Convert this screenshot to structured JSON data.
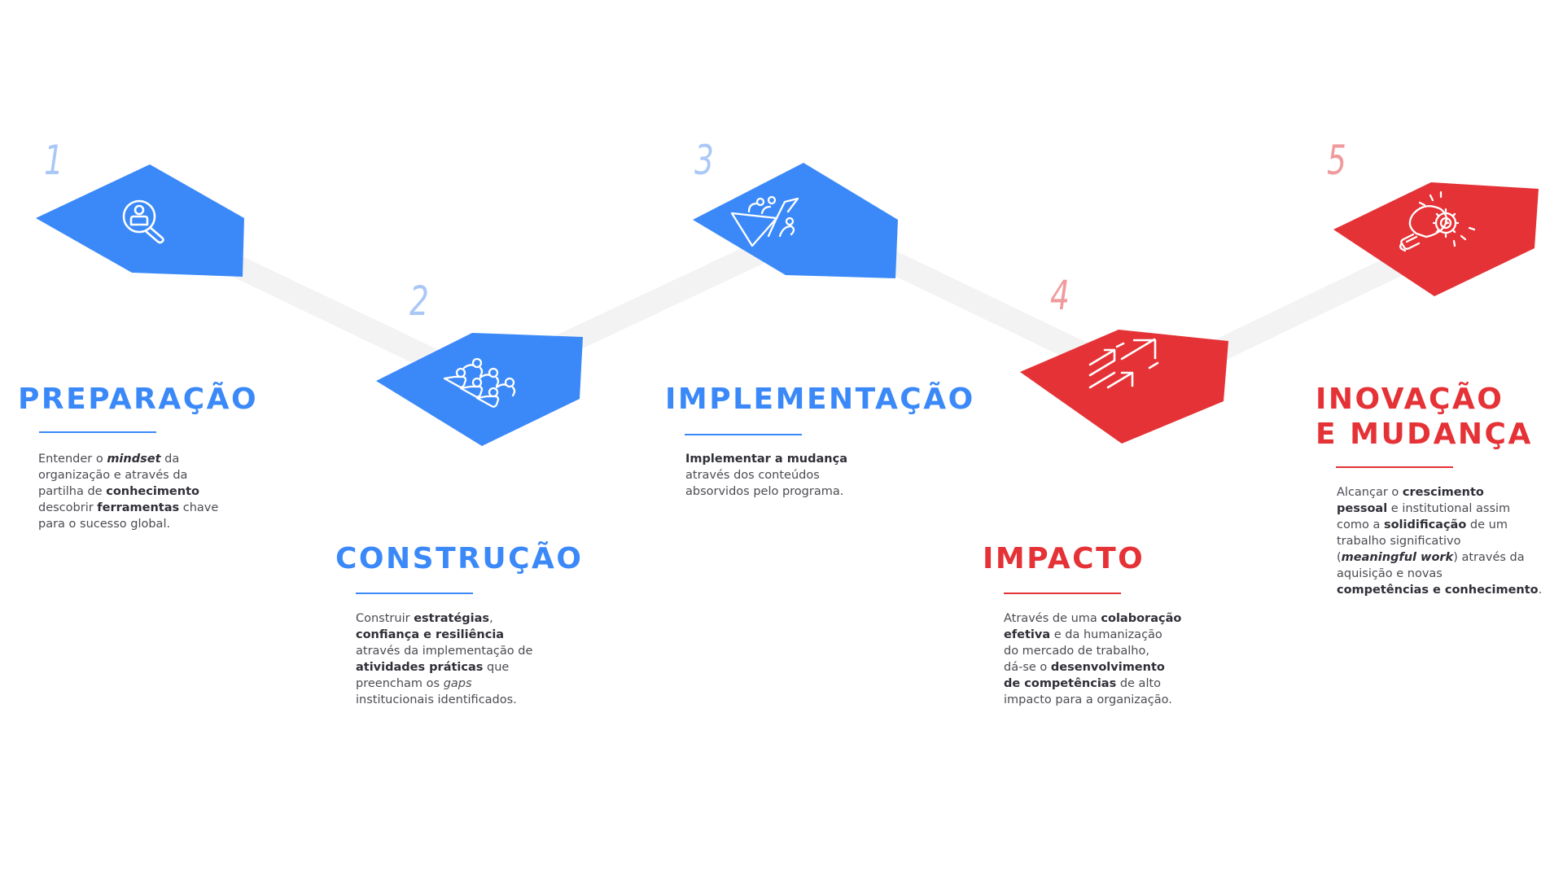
{
  "colors": {
    "blue": "#3b89f8",
    "red": "#e53236",
    "blue_number": "#a9c8f6",
    "red_number": "#f09a9c",
    "connector": "#f3f3f3",
    "body_text": "#4b4b52"
  },
  "steps": [
    {
      "number": "1",
      "title": "PREPARAÇÃO",
      "icon": "magnifier-person-icon",
      "color": "blue",
      "body": [
        {
          "t": "Entender o "
        },
        {
          "t": "mindset",
          "b": true,
          "i": true
        },
        {
          "t": " da"
        },
        {
          "br": true
        },
        {
          "t": "organização e através da"
        },
        {
          "br": true
        },
        {
          "t": "partilha de "
        },
        {
          "t": "conhecimento",
          "b": true
        },
        {
          "br": true
        },
        {
          "t": "descobrir "
        },
        {
          "t": "ferramentas",
          "b": true
        },
        {
          "t": " chave"
        },
        {
          "br": true
        },
        {
          "t": "para o sucesso global."
        }
      ]
    },
    {
      "number": "2",
      "title": "CONSTRUÇÃO",
      "icon": "team-group-icon",
      "color": "blue",
      "body": [
        {
          "t": "Construir "
        },
        {
          "t": "estratégias",
          "b": true
        },
        {
          "t": ","
        },
        {
          "br": true
        },
        {
          "t": "confiança e resiliência",
          "b": true
        },
        {
          "br": true
        },
        {
          "t": "através da implementação de"
        },
        {
          "br": true
        },
        {
          "t": "atividades práticas",
          "b": true
        },
        {
          "t": " que"
        },
        {
          "br": true
        },
        {
          "t": "preencham os "
        },
        {
          "t": "gaps",
          "i": true
        },
        {
          "br": true
        },
        {
          "t": "institucionais identificados."
        }
      ]
    },
    {
      "number": "3",
      "title": "IMPLEMENTAÇÃO",
      "icon": "team-climbing-flag-icon",
      "color": "blue",
      "body": [
        {
          "t": "Implementar a mudança",
          "b": true
        },
        {
          "br": true
        },
        {
          "t": "através dos conteúdos"
        },
        {
          "br": true
        },
        {
          "t": "absorvidos pelo programa."
        }
      ]
    },
    {
      "number": "4",
      "title": "IMPACTO",
      "icon": "arrows-growth-icon",
      "color": "red",
      "body": [
        {
          "t": "Através de uma "
        },
        {
          "t": "colaboração",
          "b": true
        },
        {
          "br": true
        },
        {
          "t": "efetiva",
          "b": true
        },
        {
          "t": " e da humanização"
        },
        {
          "br": true
        },
        {
          "t": "do mercado de trabalho,"
        },
        {
          "br": true
        },
        {
          "t": "dá-se o "
        },
        {
          "t": "desenvolvimento",
          "b": true
        },
        {
          "br": true
        },
        {
          "t": "de competências",
          "b": true
        },
        {
          "t": " de alto"
        },
        {
          "br": true
        },
        {
          "t": "impacto para a organização."
        }
      ]
    },
    {
      "number": "5",
      "title_lines": [
        "INOVAÇÃO",
        "E MUDANÇA"
      ],
      "icon": "lightbulb-gear-icon",
      "color": "red",
      "body": [
        {
          "t": "Alcançar o "
        },
        {
          "t": "crescimento",
          "b": true
        },
        {
          "br": true
        },
        {
          "t": "pessoal",
          "b": true
        },
        {
          "t": " e institutional assim"
        },
        {
          "br": true
        },
        {
          "t": "como a "
        },
        {
          "t": "solidificação",
          "b": true
        },
        {
          "t": " de um"
        },
        {
          "br": true
        },
        {
          "t": "trabalho significativo"
        },
        {
          "br": true
        },
        {
          "t": "("
        },
        {
          "t": "meaningful work",
          "b": true,
          "i": true
        },
        {
          "t": ") através da"
        },
        {
          "br": true
        },
        {
          "t": "aquisição e novas"
        },
        {
          "br": true
        },
        {
          "t": "competências e conhecimento",
          "b": true
        },
        {
          "t": "."
        }
      ]
    }
  ]
}
